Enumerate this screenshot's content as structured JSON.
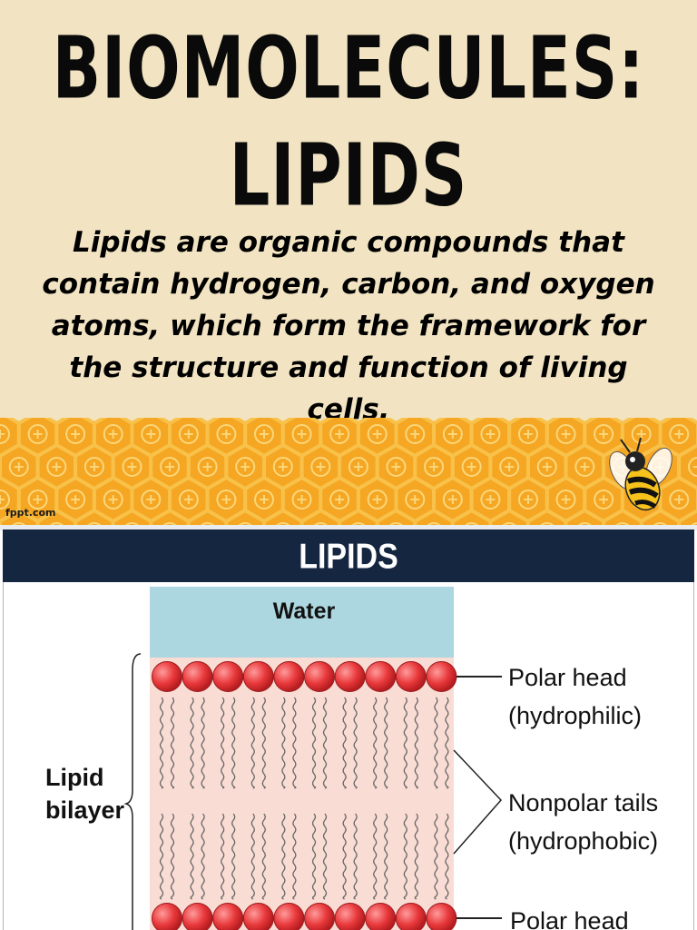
{
  "slide_top": {
    "title_line1": "BIOMOLECULES:",
    "title_line2": "LIPIDS",
    "definition": "Lipids are organic compounds that contain hydrogen, carbon, and oxygen atoms, which form the framework for the structure and function of living cells.",
    "watermark": "fppt.com",
    "colors": {
      "background": "#f2e4c2",
      "honeycomb": "#f5a623",
      "honeycomb_light": "#fbd77a"
    }
  },
  "slide_bottom": {
    "header": "LIPIDS",
    "diagram": {
      "water_label": "Water",
      "bilayer_label_line1": "Lipid",
      "bilayer_label_line2": "bilayer",
      "polar_head_label_line1": "Polar head",
      "polar_head_label_line2": "(hydrophilic)",
      "nonpolar_label_line1": "Nonpolar tails",
      "nonpolar_label_line2": "(hydrophobic)",
      "polar_head_bottom_label": "Polar head",
      "colors": {
        "header_bar": "#152641",
        "water": "#acd6e0",
        "tail_region": "#f9dcd4",
        "head": "#e8383b"
      }
    }
  }
}
